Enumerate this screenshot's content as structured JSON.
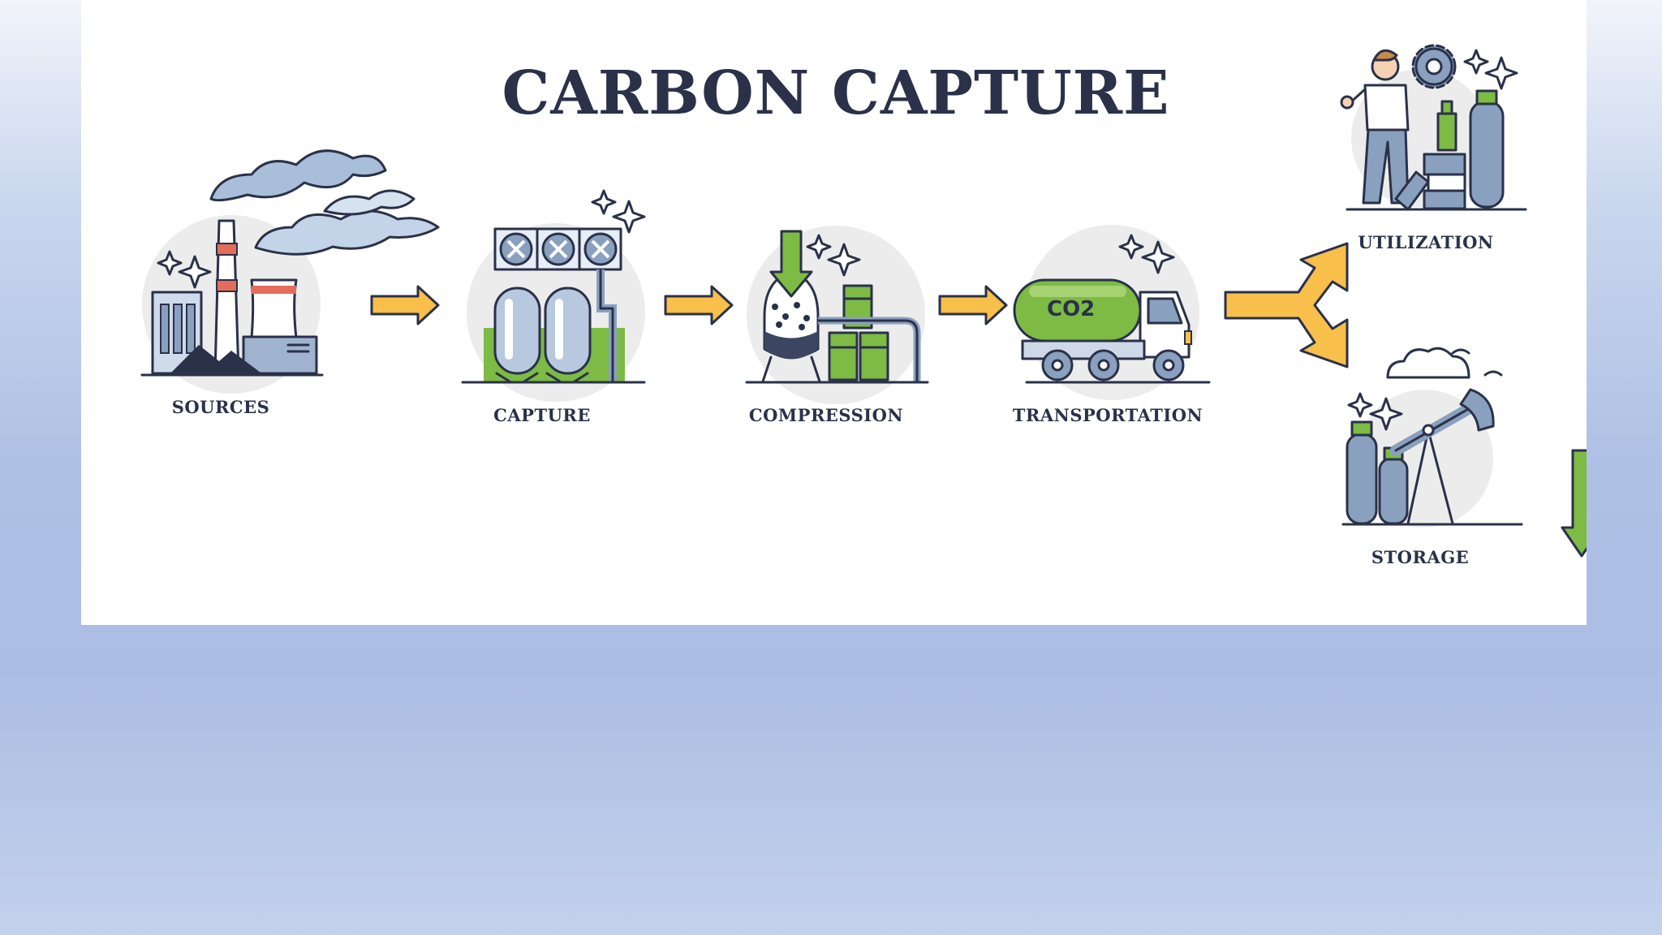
{
  "diagram": {
    "title": "CARBON CAPTURE",
    "steps": [
      {
        "id": "sources",
        "label": "SOURCES"
      },
      {
        "id": "capture",
        "label": "CAPTURE"
      },
      {
        "id": "compression",
        "label": "COMPRESSION"
      },
      {
        "id": "transportation",
        "label": "TRANSPORTATION",
        "tank_text": "CO2"
      },
      {
        "id": "utilization",
        "label": "UTILIZATION"
      },
      {
        "id": "storage",
        "label": "STORAGE"
      }
    ]
  },
  "colors": {
    "ink": "#2a3149",
    "arrow": "#f8bf4a",
    "green": "#7dbb45",
    "steel": "#8aa0bf",
    "halo": "#ececec",
    "smoke": "#a9bfd9",
    "red": "#e36c5b"
  }
}
